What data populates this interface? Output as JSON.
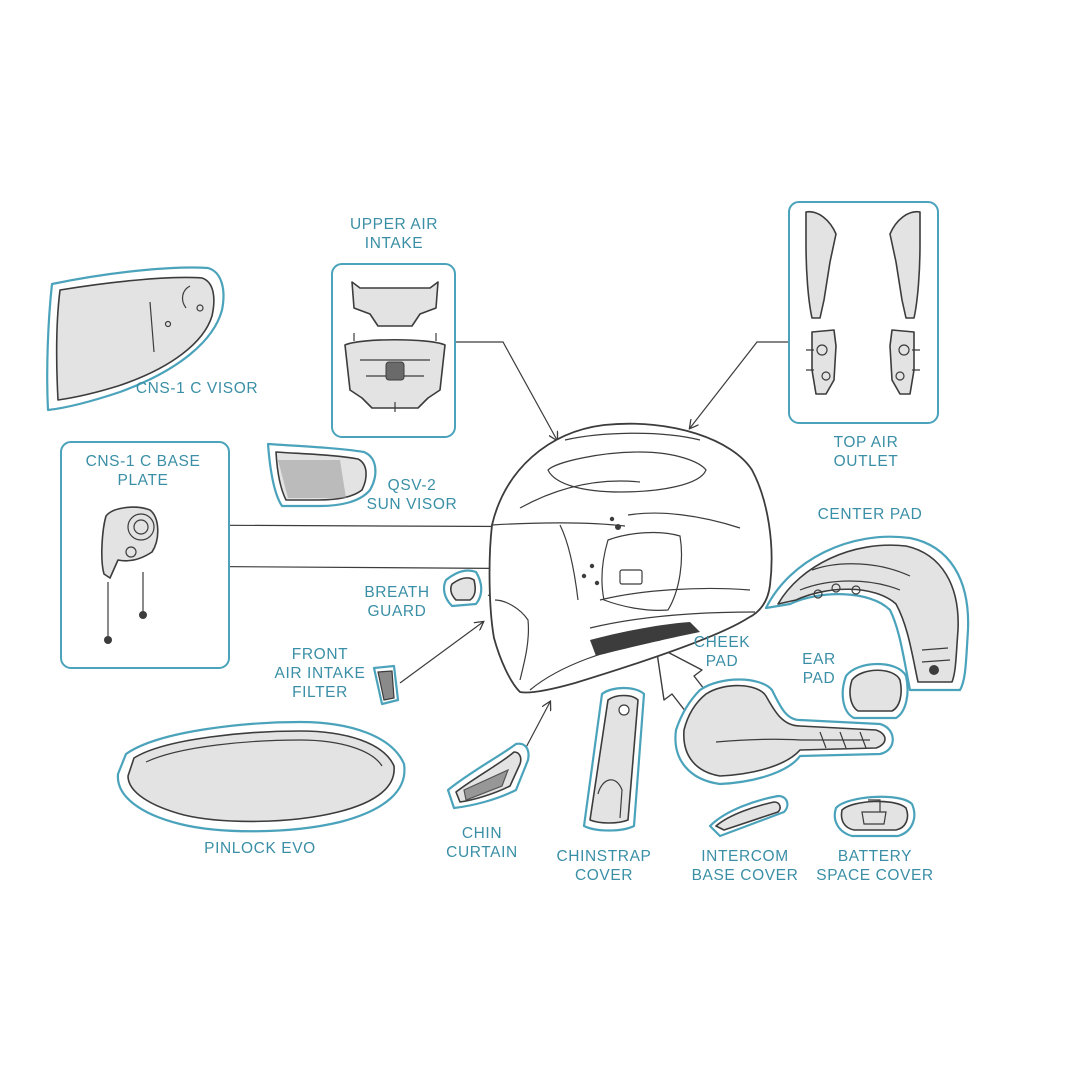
{
  "diagram": {
    "colors": {
      "label": "#3a8fa6",
      "outline": "#4aa3bb",
      "part_fill": "#e3e3e3",
      "ink": "#3c3c3c"
    },
    "labels": {
      "upper_air_intake": [
        "UPPER AIR",
        "INTAKE"
      ],
      "cns1c_visor": [
        "CNS-1 C VISOR"
      ],
      "top_air_outlet": [
        "TOP AIR",
        "OUTLET"
      ],
      "cns1c_base_plate": [
        "CNS-1 C BASE",
        "PLATE"
      ],
      "qsv2_sun_visor": [
        "QSV-2",
        "SUN VISOR"
      ],
      "center_pad": [
        "CENTER PAD"
      ],
      "breath_guard": [
        "BREATH",
        "GUARD"
      ],
      "cheek_pad": [
        "CHEEK",
        "PAD"
      ],
      "ear_pad": [
        "EAR",
        "PAD"
      ],
      "front_air_intake_filter": [
        "FRONT",
        "AIR INTAKE",
        "FILTER"
      ],
      "pinlock_evo": [
        "PINLOCK EVO"
      ],
      "chin_curtain": [
        "CHIN",
        "CURTAIN"
      ],
      "chinstrap_cover": [
        "CHINSTRAP",
        "COVER"
      ],
      "intercom_base_cover": [
        "INTERCOM",
        "BASE COVER"
      ],
      "battery_space_cover": [
        "BATTERY",
        "SPACE COVER"
      ]
    }
  }
}
